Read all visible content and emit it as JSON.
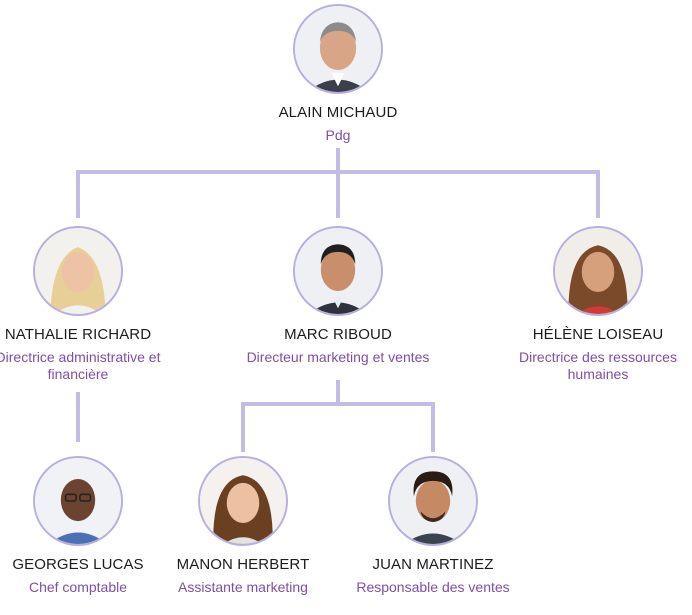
{
  "org_chart": {
    "line_color": "#c3bde6",
    "accent_color": "#7f4ea8",
    "ceo": {
      "name": "ALAIN MICHAUD",
      "role": "Pdg"
    },
    "level2": [
      {
        "name": "NATHALIE RICHARD",
        "role": "Directrice administrative et financière"
      },
      {
        "name": "MARC RIBOUD",
        "role": "Directeur marketing et ventes"
      },
      {
        "name": "HÉLÈNE LOISEAU",
        "role": "Directrice des ressources humaines"
      }
    ],
    "level3": [
      {
        "name": "GEORGES LUCAS",
        "role": "Chef comptable"
      },
      {
        "name": "MANON HERBERT",
        "role": "Assistante marketing"
      },
      {
        "name": "JUAN MARTINEZ",
        "role": "Responsable des ventes"
      }
    ]
  }
}
